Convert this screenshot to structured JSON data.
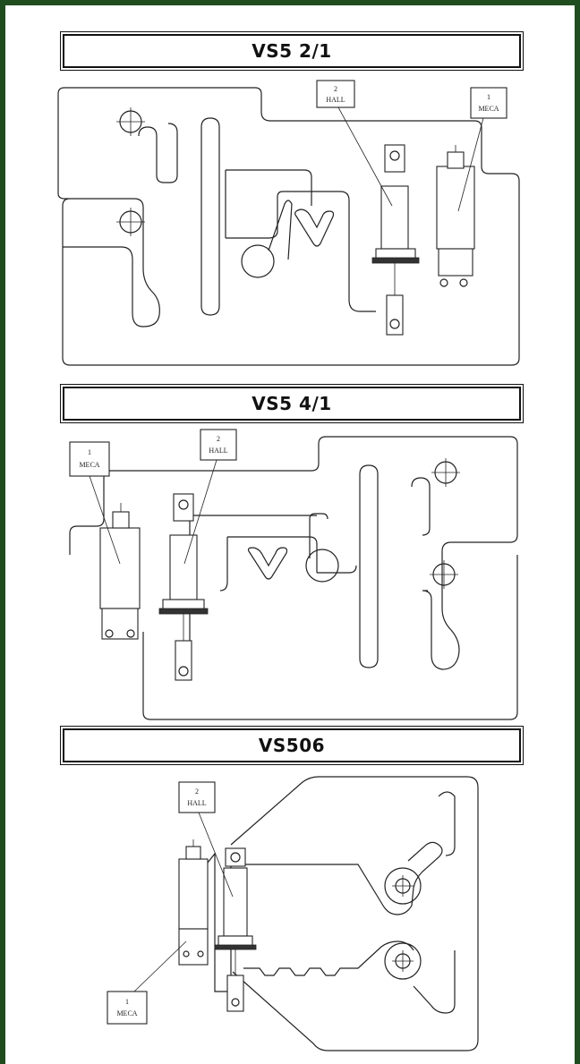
{
  "sections": [
    {
      "title": "VS5 2/1",
      "callouts": [
        {
          "number": "2",
          "label": "HALL"
        },
        {
          "number": "1",
          "label": "MECA"
        }
      ]
    },
    {
      "title": "VS5 4/1",
      "callouts": [
        {
          "number": "1",
          "label": "MECA"
        },
        {
          "number": "2",
          "label": "HALL"
        }
      ]
    },
    {
      "title": "VS506",
      "callouts": [
        {
          "number": "2",
          "label": "HALL"
        },
        {
          "number": "1",
          "label": "MECA"
        }
      ]
    }
  ],
  "colors": {
    "frame": "#1f4d1f",
    "ink": "#222222",
    "background": "#ffffff"
  }
}
